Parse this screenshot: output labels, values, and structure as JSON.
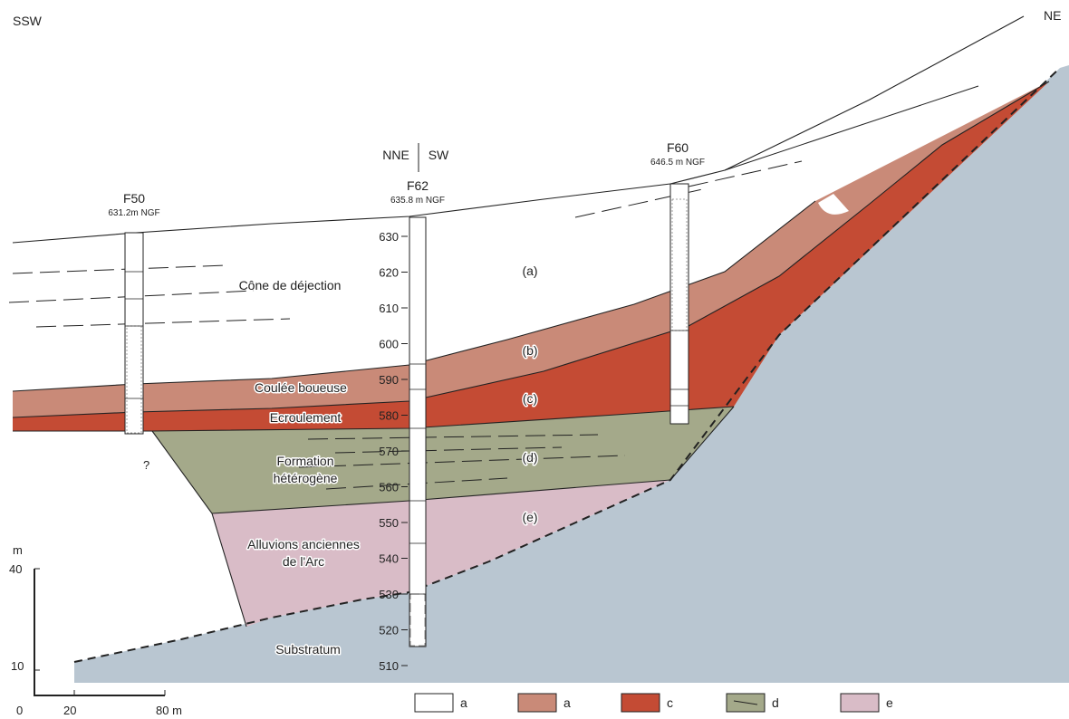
{
  "orientation": {
    "left": "SSW",
    "right": "NE",
    "bend_left": "NNE",
    "bend_right": "SW"
  },
  "boreholes": [
    {
      "name": "F50",
      "elevation": "631.2m NGF"
    },
    {
      "name": "F62",
      "elevation": "635.8 m NGF"
    },
    {
      "name": "F60",
      "elevation": "646.5 m NGF"
    }
  ],
  "depth_ticks": [
    "630",
    "620",
    "610",
    "600",
    "590",
    "580",
    "570",
    "560",
    "550",
    "540",
    "530",
    "520",
    "510"
  ],
  "units": [
    {
      "key": "(a)",
      "name": "Cône de déjection",
      "color": "#ffffff"
    },
    {
      "key": "(b)",
      "name": "Coulée boueuse",
      "color": "#c98a78"
    },
    {
      "key": "(c)",
      "name": "Ecroulement",
      "color": "#c44b34"
    },
    {
      "key": "(d)",
      "name_lines": [
        "Formation",
        "hétérogène"
      ],
      "color": "#a4a98a"
    },
    {
      "key": "(e)",
      "name_lines": [
        "Alluvions anciennes",
        "de l'Arc"
      ],
      "color": "#d9bcc7"
    }
  ],
  "substratum": {
    "name": "Substratum",
    "color": "#b9c6d1"
  },
  "question_mark": "?",
  "scale_bar": {
    "vertical_unit": "m",
    "vertical_top": "40",
    "vertical_bottom": "10",
    "horizontal_labels": [
      "0",
      "20",
      "80 m"
    ]
  },
  "legend": [
    {
      "label": "a",
      "color": "#ffffff"
    },
    {
      "label": "a",
      "color": "#c98a78"
    },
    {
      "label": "c",
      "color": "#c44b34"
    },
    {
      "label": "d",
      "color": "#a4a98a"
    },
    {
      "label": "e",
      "color": "#d9bcc7"
    }
  ]
}
